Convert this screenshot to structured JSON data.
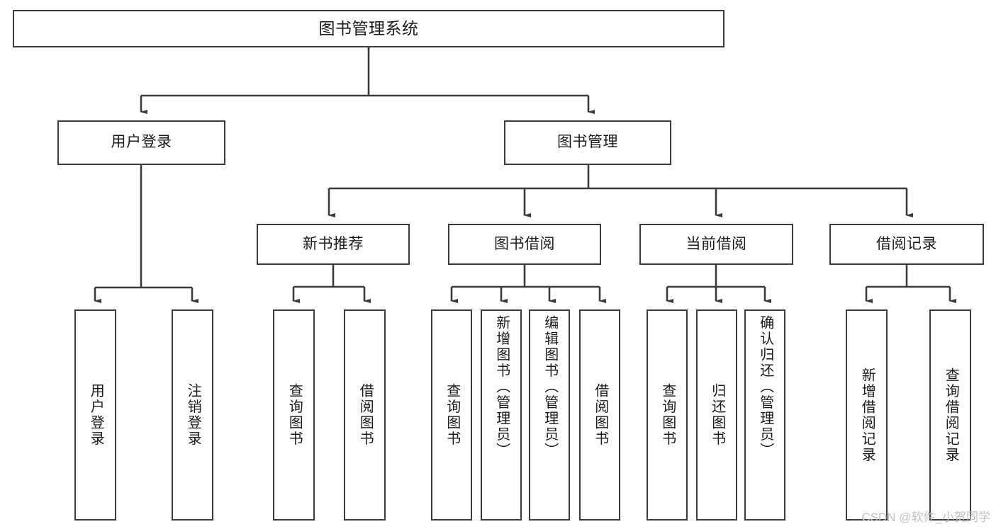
{
  "diagram": {
    "title": "图书管理系统",
    "type": "功能结构图",
    "watermark": "CSDN @软件_小贺同学",
    "colors": {
      "box_border": "#3b3b3b",
      "box_fill": "#ffffff",
      "connector": "#3b3b3b",
      "text": "#1b1b1b",
      "watermark": "#c2c2c2",
      "background": "#ffffff"
    },
    "root": {
      "label": "图书管理系统"
    },
    "level1": [
      {
        "id": "user-login",
        "label": "用户登录"
      },
      {
        "id": "book-management",
        "label": "图书管理"
      }
    ],
    "level2": [
      {
        "id": "new-book-recommend",
        "label": "新书推荐",
        "parent": "book-management"
      },
      {
        "id": "book-borrow",
        "label": "图书借阅",
        "parent": "book-management"
      },
      {
        "id": "current-borrow",
        "label": "当前借阅",
        "parent": "book-management"
      },
      {
        "id": "borrow-record",
        "label": "借阅记录",
        "parent": "book-management"
      }
    ],
    "leaves": {
      "user-login": [
        {
          "id": "leaf-user-login",
          "label": "用户登录"
        },
        {
          "id": "leaf-logout",
          "label": "注销登录"
        }
      ],
      "new-book-recommend": [
        {
          "id": "leaf-query-book-1",
          "label": "查询图书"
        },
        {
          "id": "leaf-borrow-book-1",
          "label": "借阅图书"
        }
      ],
      "book-borrow": [
        {
          "id": "leaf-query-book-2",
          "label": "查询图书"
        },
        {
          "id": "leaf-add-book",
          "label": "新增图书（管理员）"
        },
        {
          "id": "leaf-edit-book",
          "label": "编辑图书（管理员）"
        },
        {
          "id": "leaf-borrow-book-2",
          "label": "借阅图书"
        }
      ],
      "current-borrow": [
        {
          "id": "leaf-query-book-3",
          "label": "查询图书"
        },
        {
          "id": "leaf-return-book",
          "label": "归还图书"
        },
        {
          "id": "leaf-confirm-return",
          "label": "确认归还（管理员）"
        }
      ],
      "borrow-record": [
        {
          "id": "leaf-add-record",
          "label": "新增借阅记录"
        },
        {
          "id": "leaf-query-record",
          "label": "查询借阅记录"
        }
      ]
    }
  }
}
